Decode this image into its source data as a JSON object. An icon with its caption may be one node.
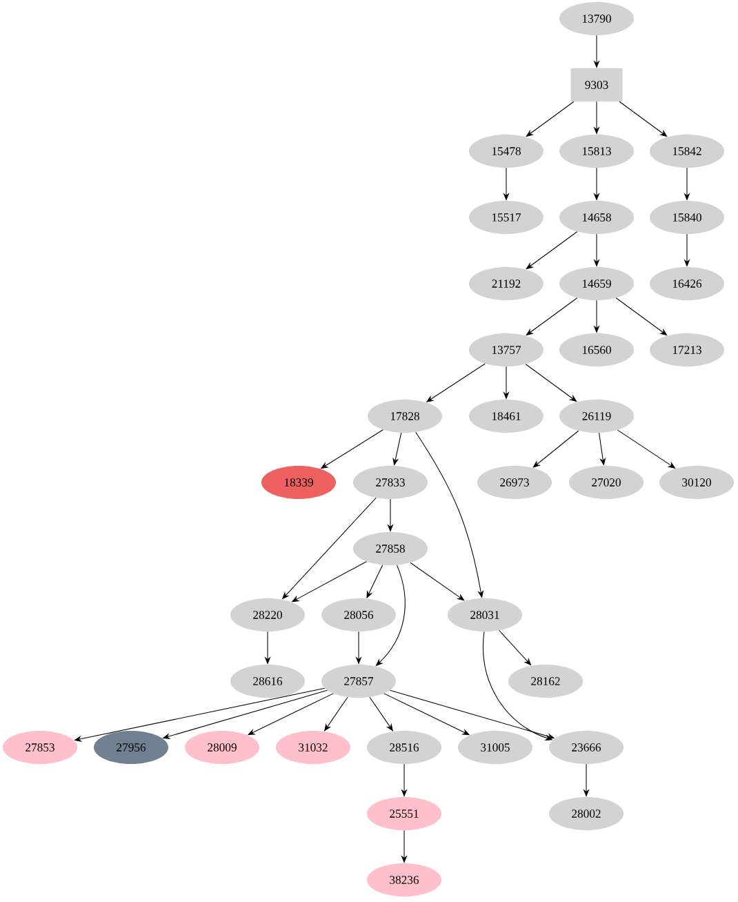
{
  "diagram": {
    "nodes": [
      {
        "text": [
          "13790"
        ]
      },
      {
        "text": [
          "9303"
        ]
      },
      {
        "text": [
          "15478"
        ]
      },
      {
        "text": [
          "15813"
        ]
      },
      {
        "text": [
          "15842"
        ]
      },
      {
        "text": [
          "15517"
        ]
      },
      {
        "text": [
          "14658"
        ]
      },
      {
        "text": [
          "15840"
        ]
      },
      {
        "text": [
          "21192"
        ]
      },
      {
        "text": [
          "14659"
        ]
      },
      {
        "text": [
          "16426"
        ]
      },
      {
        "text": [
          "13757"
        ]
      },
      {
        "text": [
          "16560"
        ]
      },
      {
        "text": [
          "17213"
        ]
      },
      {
        "text": [
          "17828"
        ]
      },
      {
        "text": [
          "18461"
        ]
      },
      {
        "text": [
          "26119"
        ]
      },
      {
        "text": [
          "18339"
        ]
      },
      {
        "text": [
          "27833"
        ]
      },
      {
        "text": [
          "26973"
        ]
      },
      {
        "text": [
          "27020"
        ]
      },
      {
        "text": [
          "30120"
        ]
      },
      {
        "text": [
          "27858"
        ]
      },
      {
        "text": [
          "28220"
        ]
      },
      {
        "text": [
          "28056"
        ]
      },
      {
        "text": [
          "28031"
        ]
      },
      {
        "text": [
          "28616"
        ]
      },
      {
        "text": [
          "27857"
        ]
      },
      {
        "text": [
          "28162"
        ]
      },
      {
        "text": [
          "27853"
        ]
      },
      {
        "text": [
          "27956"
        ]
      },
      {
        "text": [
          "28009"
        ]
      },
      {
        "text": [
          "31032"
        ]
      },
      {
        "text": [
          "28516"
        ]
      },
      {
        "text": [
          "31005"
        ]
      },
      {
        "text": [
          "23666"
        ]
      },
      {
        "text": [
          "28002"
        ]
      },
      {
        "text": [
          "25551"
        ]
      },
      {
        "text": [
          "38236"
        ]
      }
    ],
    "edges": [
      {
        "from": 0,
        "to": 1,
        "arrow": "to"
      },
      {
        "from": 1,
        "to": 2,
        "arrow": "to"
      },
      {
        "from": 1,
        "to": 3,
        "arrow": "to"
      },
      {
        "from": 1,
        "to": 4,
        "arrow": "to"
      },
      {
        "from": 2,
        "to": 5,
        "arrow": "to"
      },
      {
        "from": 3,
        "to": 6,
        "arrow": "to"
      },
      {
        "from": 4,
        "to": 7,
        "arrow": "to"
      },
      {
        "from": 6,
        "to": 8,
        "arrow": "to"
      },
      {
        "from": 6,
        "to": 9,
        "arrow": "to"
      },
      {
        "from": 7,
        "to": 10,
        "arrow": "to"
      },
      {
        "from": 9,
        "to": 11,
        "arrow": "to"
      },
      {
        "from": 9,
        "to": 12,
        "arrow": "to"
      },
      {
        "from": 9,
        "to": 13,
        "arrow": "to"
      },
      {
        "from": 11,
        "to": 14,
        "arrow": "to"
      },
      {
        "from": 11,
        "to": 15,
        "arrow": "to"
      },
      {
        "from": 11,
        "to": 16,
        "arrow": "to"
      },
      {
        "from": 14,
        "to": 17,
        "arrow": "to"
      },
      {
        "from": 14,
        "to": 18,
        "arrow": "to"
      },
      {
        "from": 14,
        "to": 25,
        "arrow": "to"
      },
      {
        "from": 16,
        "to": 19,
        "arrow": "to"
      },
      {
        "from": 16,
        "to": 20,
        "arrow": "to"
      },
      {
        "from": 16,
        "to": 21,
        "arrow": "to"
      },
      {
        "from": 18,
        "to": 22,
        "arrow": "to"
      },
      {
        "from": 18,
        "to": 23,
        "arrow": "to"
      },
      {
        "from": 22,
        "to": 23,
        "arrow": "to"
      },
      {
        "from": 22,
        "to": 24,
        "arrow": "to"
      },
      {
        "from": 22,
        "to": 25,
        "arrow": "to"
      },
      {
        "from": 22,
        "to": 27,
        "arrow": "to"
      },
      {
        "from": 23,
        "to": 26,
        "arrow": "to"
      },
      {
        "from": 24,
        "to": 27,
        "arrow": "to"
      },
      {
        "from": 25,
        "to": 28,
        "arrow": "to"
      },
      {
        "from": 25,
        "to": 35,
        "arrow": "to"
      },
      {
        "from": 27,
        "to": 29,
        "arrow": "to"
      },
      {
        "from": 27,
        "to": 30,
        "arrow": "to"
      },
      {
        "from": 27,
        "to": 31,
        "arrow": "to"
      },
      {
        "from": 27,
        "to": 32,
        "arrow": "to"
      },
      {
        "from": 27,
        "to": 33,
        "arrow": "to"
      },
      {
        "from": 27,
        "to": 34,
        "arrow": "to"
      },
      {
        "from": 27,
        "to": 35,
        "arrow": "to"
      },
      {
        "from": 33,
        "to": 37,
        "arrow": "to"
      },
      {
        "from": 37,
        "to": 38,
        "arrow": "to"
      },
      {
        "from": 35,
        "to": 36,
        "arrow": "to"
      }
    ]
  }
}
